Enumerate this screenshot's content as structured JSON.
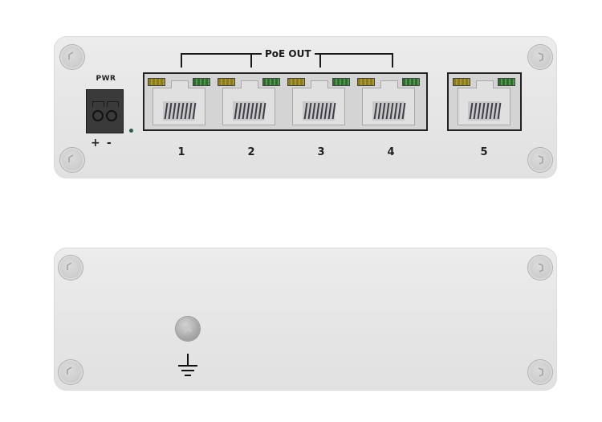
{
  "front_panel": {
    "power": {
      "label": "PWR",
      "plus": "+",
      "minus": "-",
      "icon": "terminal-block-connector"
    },
    "poe_label": "PoE OUT",
    "ports": [
      {
        "number": "1",
        "poe": true
      },
      {
        "number": "2",
        "poe": true
      },
      {
        "number": "3",
        "poe": true
      },
      {
        "number": "4",
        "poe": true
      },
      {
        "number": "5",
        "poe": false
      }
    ],
    "led_colors": {
      "amber": "#a89a30",
      "green": "#4d9a4d"
    },
    "screws": 4
  },
  "back_panel": {
    "ground_icon": "ground-symbol-icon",
    "ground_screw": "ground-screw",
    "screws": 4
  },
  "colors": {
    "panel": "#e8e8e8",
    "port_frame": "#222222",
    "background": "#ffffff"
  }
}
